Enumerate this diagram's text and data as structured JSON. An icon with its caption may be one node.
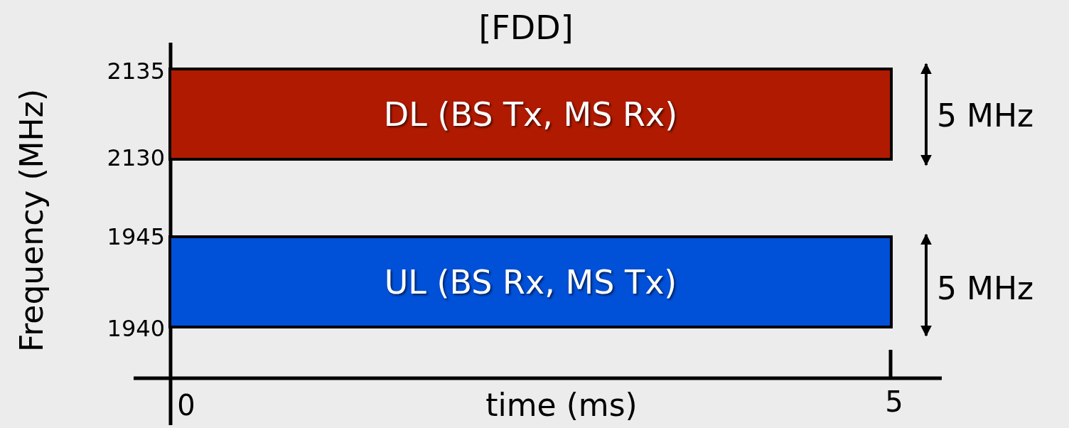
{
  "diagram": {
    "title": "[FDD]",
    "nodes": [
      {
        "text": [
          "DL (BS Tx, MS Rx)"
        ]
      },
      {
        "text": [
          "UL (BS Rx, MS Tx)"
        ]
      }
    ],
    "labels": [
      "Frequency (MHz)",
      "2135",
      "2130",
      "1945",
      "1940",
      "5 MHz",
      "5 MHz",
      "0",
      "time (ms)",
      "5"
    ]
  }
}
